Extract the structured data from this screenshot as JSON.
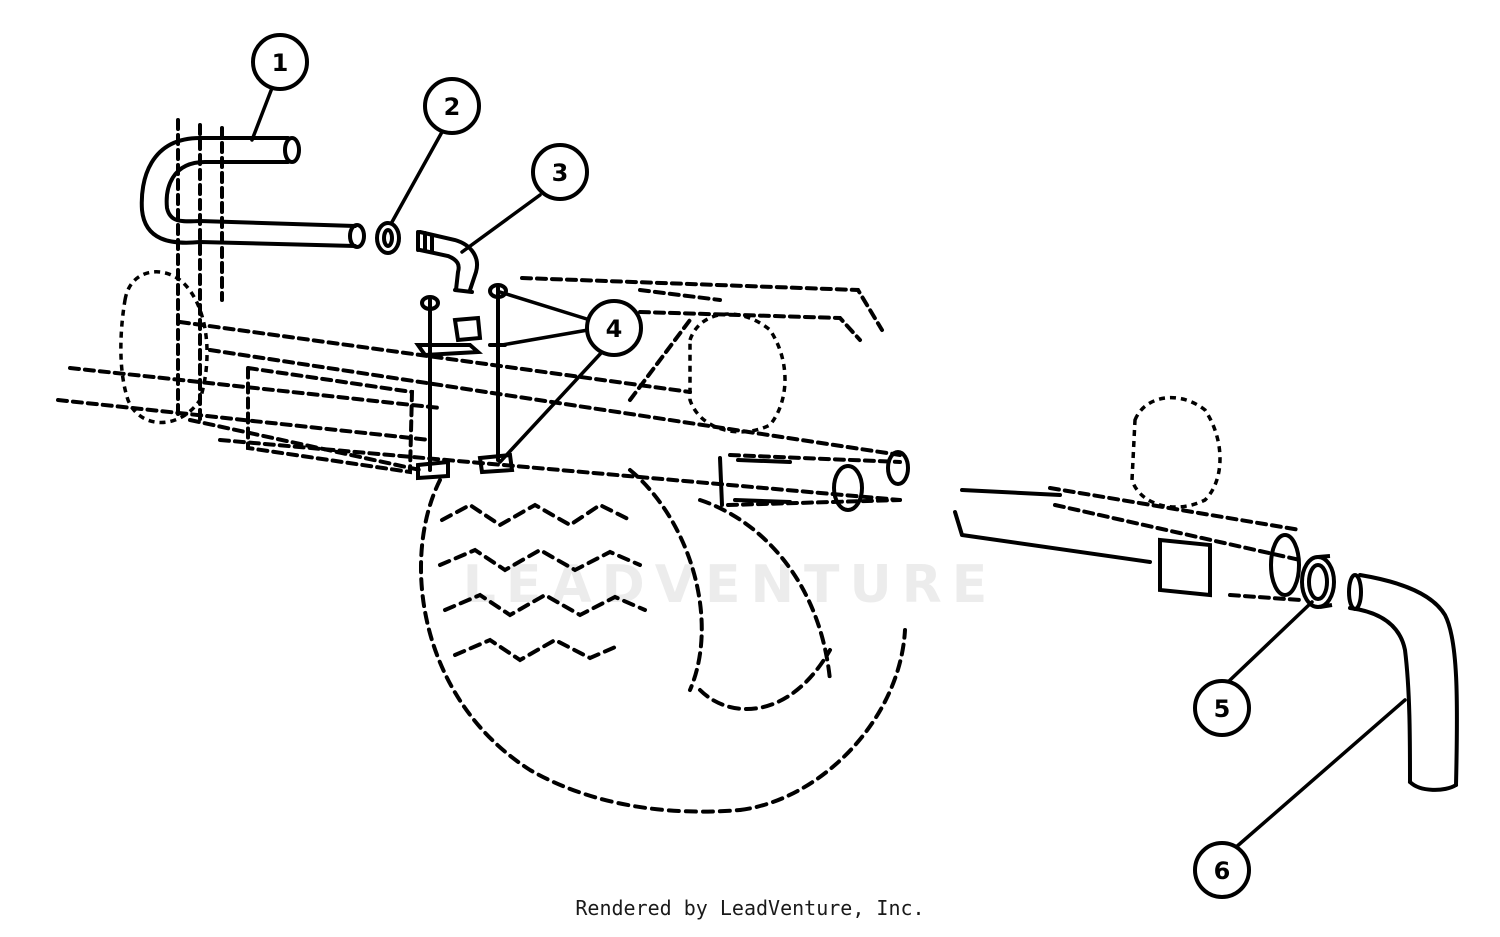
{
  "diagram": {
    "callouts": [
      {
        "id": 1,
        "label": "1"
      },
      {
        "id": 2,
        "label": "2"
      },
      {
        "id": 3,
        "label": "3"
      },
      {
        "id": 4,
        "label": "4"
      },
      {
        "id": 5,
        "label": "5"
      },
      {
        "id": 6,
        "label": "6"
      }
    ]
  },
  "watermark": "LEADVENTURE",
  "footer": "Rendered by LeadVenture, Inc.",
  "colors": {
    "ink": "#000000",
    "background": "#ffffff"
  }
}
